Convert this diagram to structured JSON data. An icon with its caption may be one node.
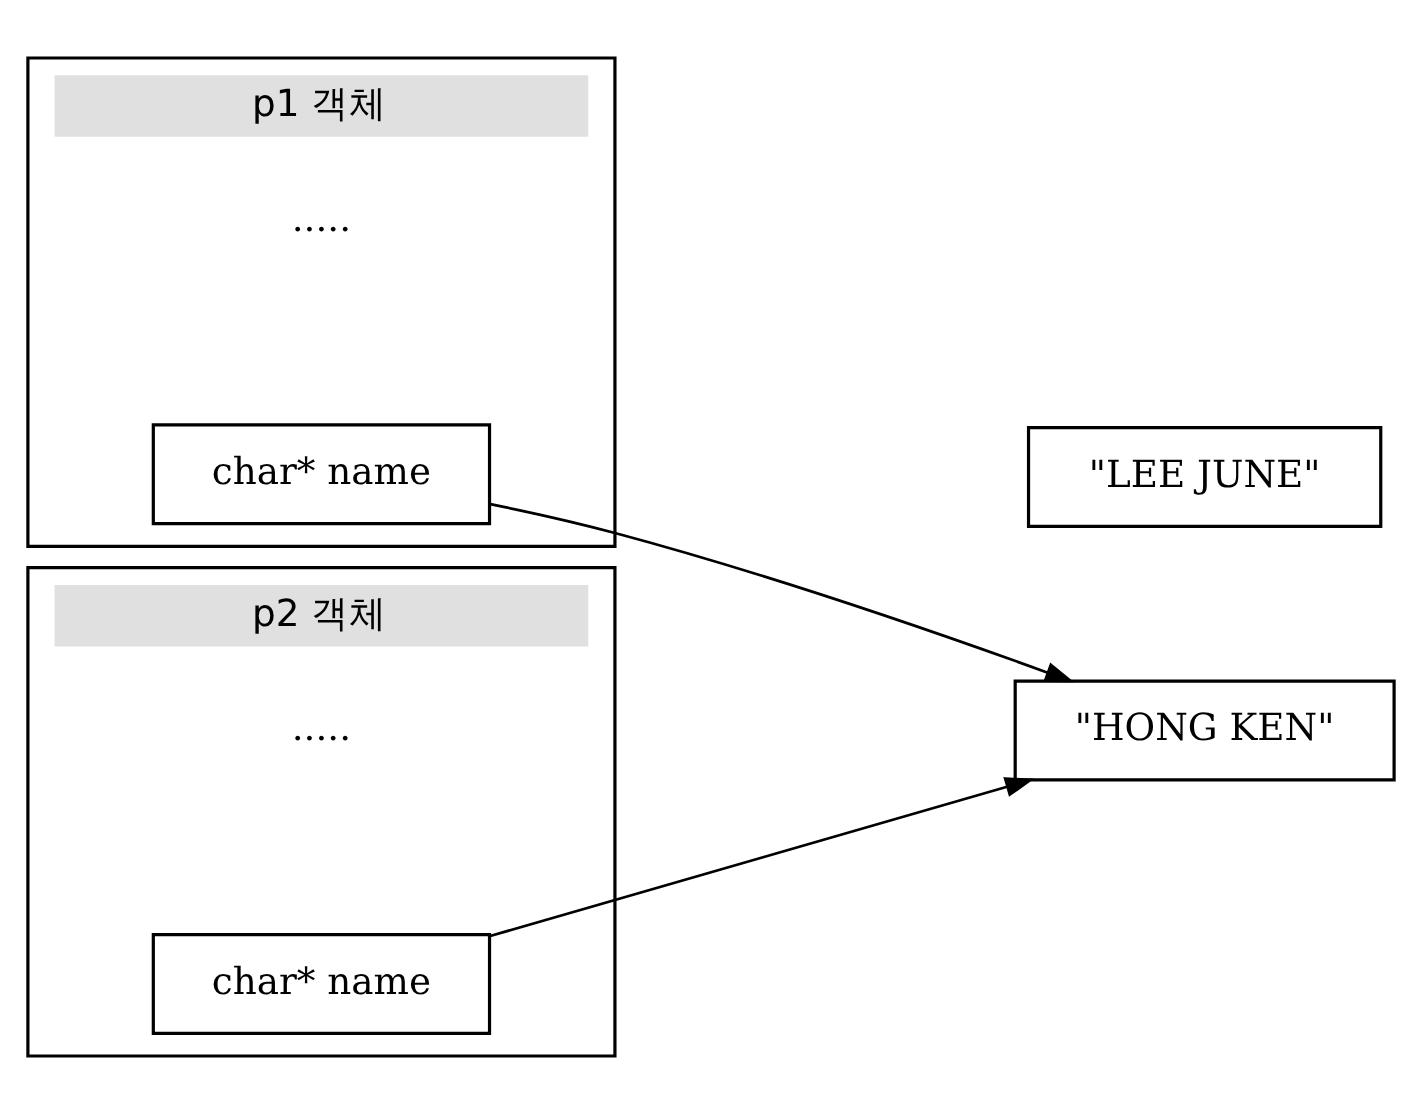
{
  "diagram": {
    "nodes": [
      {
        "text": [
          "p1 객체",
          "....."
        ]
      },
      {
        "text": [
          "char* name"
        ],
        "in": 0
      },
      {
        "text": [
          "\"LEE JUNE\""
        ]
      },
      {
        "text": [
          "p2 객체",
          "....."
        ]
      },
      {
        "text": [
          "char* name"
        ],
        "in": 3
      },
      {
        "text": [
          "\"HONG KEN\""
        ]
      }
    ],
    "edges": [
      {
        "from": 1,
        "to": 5,
        "arrow": "to"
      },
      {
        "from": 4,
        "to": 5,
        "arrow": "to"
      }
    ]
  }
}
